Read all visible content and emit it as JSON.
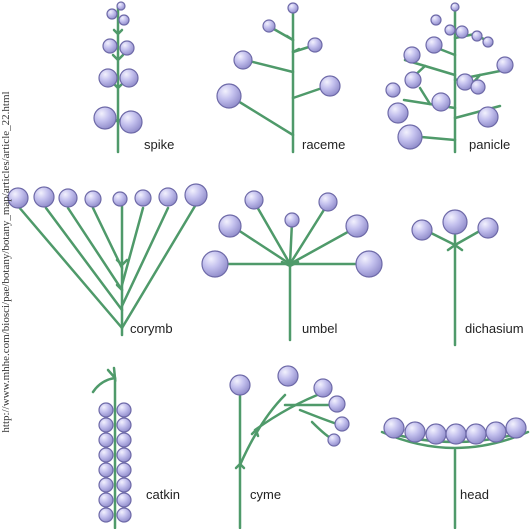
{
  "figure": {
    "source_url": "http://www.mhhe.com/biosci/pae/botany/botany_map/articles/article_22.html",
    "labels": {
      "spike": "spike",
      "raceme": "raceme",
      "panicle": "panicle",
      "corymb": "corymb",
      "umbel": "umbel",
      "dichasium": "dichasium",
      "catkin": "catkin",
      "cyme": "cyme",
      "head": "head"
    },
    "colors": {
      "stem": "#4f9a6a",
      "flower_fill": "#b6b3e6",
      "flower_stroke": "#6e6aa8",
      "flower_highlight": "#ecebfb"
    }
  }
}
